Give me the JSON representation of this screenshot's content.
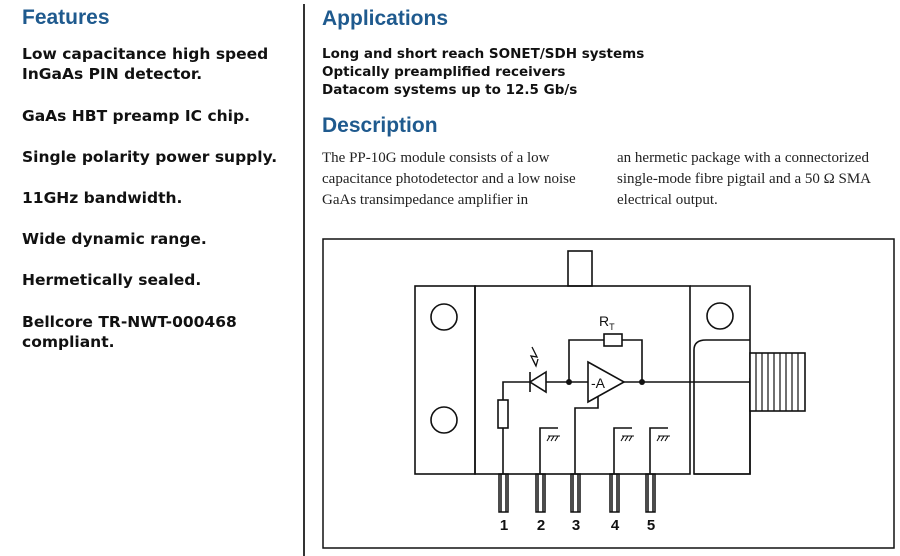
{
  "features": {
    "title": "Features",
    "items": [
      "Low capacitance high speed InGaAs PIN detector.",
      "GaAs HBT preamp IC chip.",
      "Single polarity power supply.",
      "11GHz bandwidth.",
      "Wide dynamic range.",
      "Hermetically sealed.",
      "Bellcore TR-NWT-000468 compliant."
    ]
  },
  "applications": {
    "title": "Applications",
    "items": [
      "Long and short reach SONET/SDH systems",
      "Optically preamplified receivers",
      "Datacom systems up to 12.5 Gb/s"
    ]
  },
  "description": {
    "title": "Description",
    "col1": "The PP-10G module consists of a low capacitance photodetector and a low noise GaAs transimpedance amplifier in",
    "col2": "an hermetic package with a connectorized single-mode fibre pigtail and a 50 Ω SMA electrical output."
  },
  "diagram": {
    "resistor_label": "R",
    "resistor_subscript": "T",
    "amp_label": "-A",
    "pins": [
      "1",
      "2",
      "3",
      "4",
      "5"
    ]
  }
}
